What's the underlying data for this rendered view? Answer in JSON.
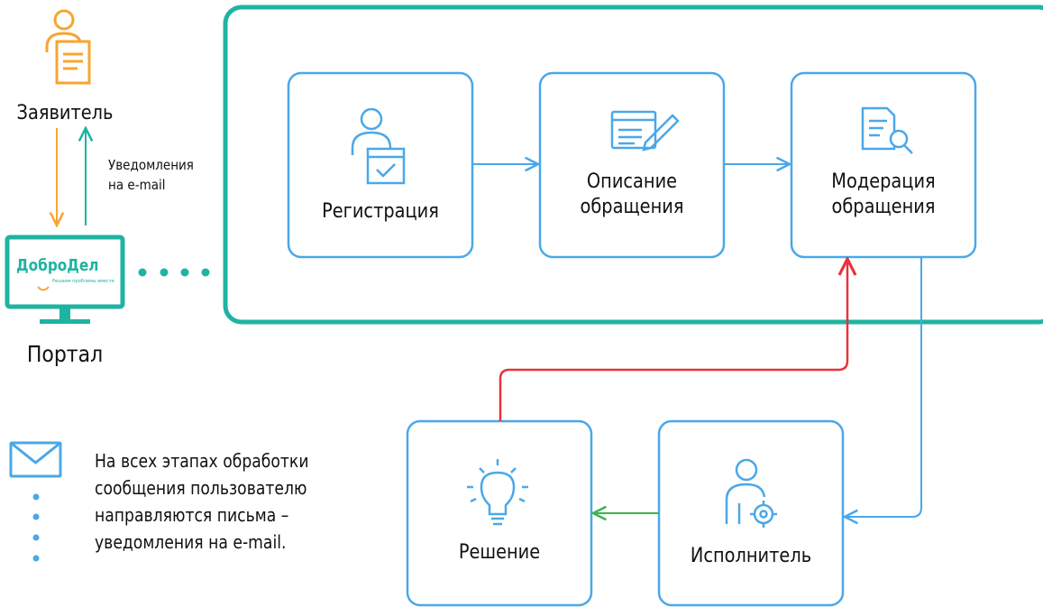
{
  "applicant": {
    "label": "Заявитель"
  },
  "notification_edge": {
    "label": "Уведомления\nна e-mail"
  },
  "portal": {
    "label": "Портал",
    "logo_text": "ДоброДел",
    "logo_tagline": "Решаем проблемы вместе"
  },
  "steps": {
    "registration": "Регистрация",
    "description": "Описание\nобращения",
    "moderation": "Модерация\nобращения",
    "executor": "Исполнитель",
    "solution": "Решение"
  },
  "note": {
    "lines": [
      "На всех этапах обработки",
      "сообщения пользователю",
      "направляются письма –",
      "уведомления на e-mail."
    ]
  },
  "colors": {
    "frame": "#1fb3a2",
    "box": "#4aa8e8",
    "orange": "#f7a531",
    "teal": "#1fb3a2",
    "red": "#e8323c",
    "green": "#3cb44b"
  }
}
